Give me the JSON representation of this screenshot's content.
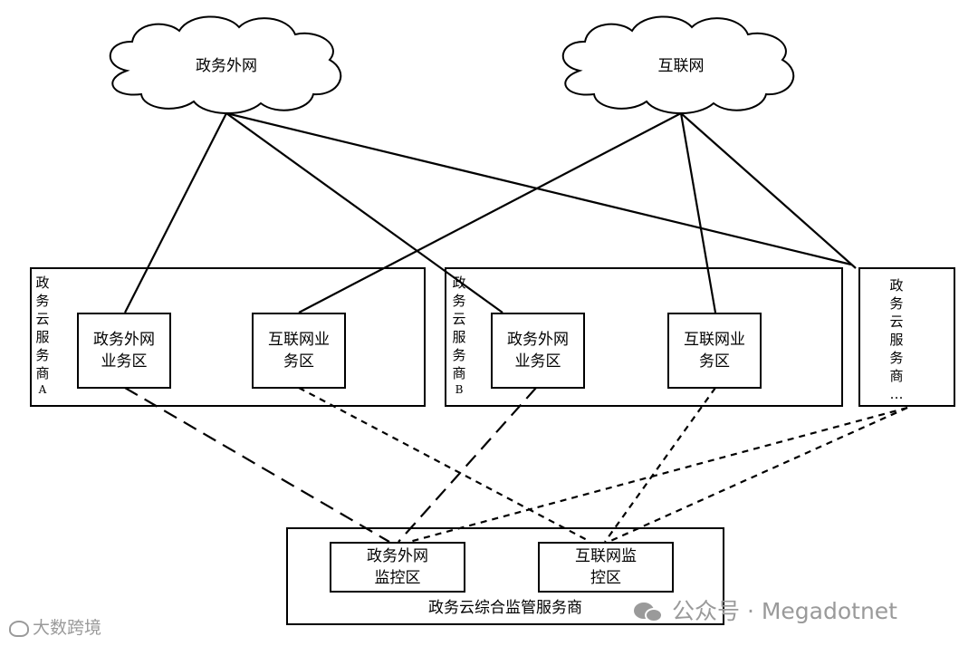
{
  "clouds": {
    "gov_extranet": "政务外网",
    "internet": "互联网"
  },
  "providers": {
    "a": {
      "label_chars": [
        "政",
        "务",
        "云",
        "服",
        "务",
        "商",
        "A"
      ]
    },
    "b": {
      "label_chars": [
        "政",
        "务",
        "云",
        "服",
        "务",
        "商",
        "B"
      ]
    },
    "more": {
      "label_chars": [
        "政",
        "务",
        "云",
        "服",
        "务",
        "商",
        "…"
      ]
    }
  },
  "zones": {
    "gov_business": "政务外网业务区",
    "internet_business": "互联网业务区"
  },
  "monitor": {
    "gov_zone": "政务外网监控区",
    "internet_zone": "互联网监控区",
    "title": "政务云综合监管服务商"
  },
  "watermarks": {
    "left": "大数跨境",
    "right": "公众号 · Megadotnet"
  }
}
